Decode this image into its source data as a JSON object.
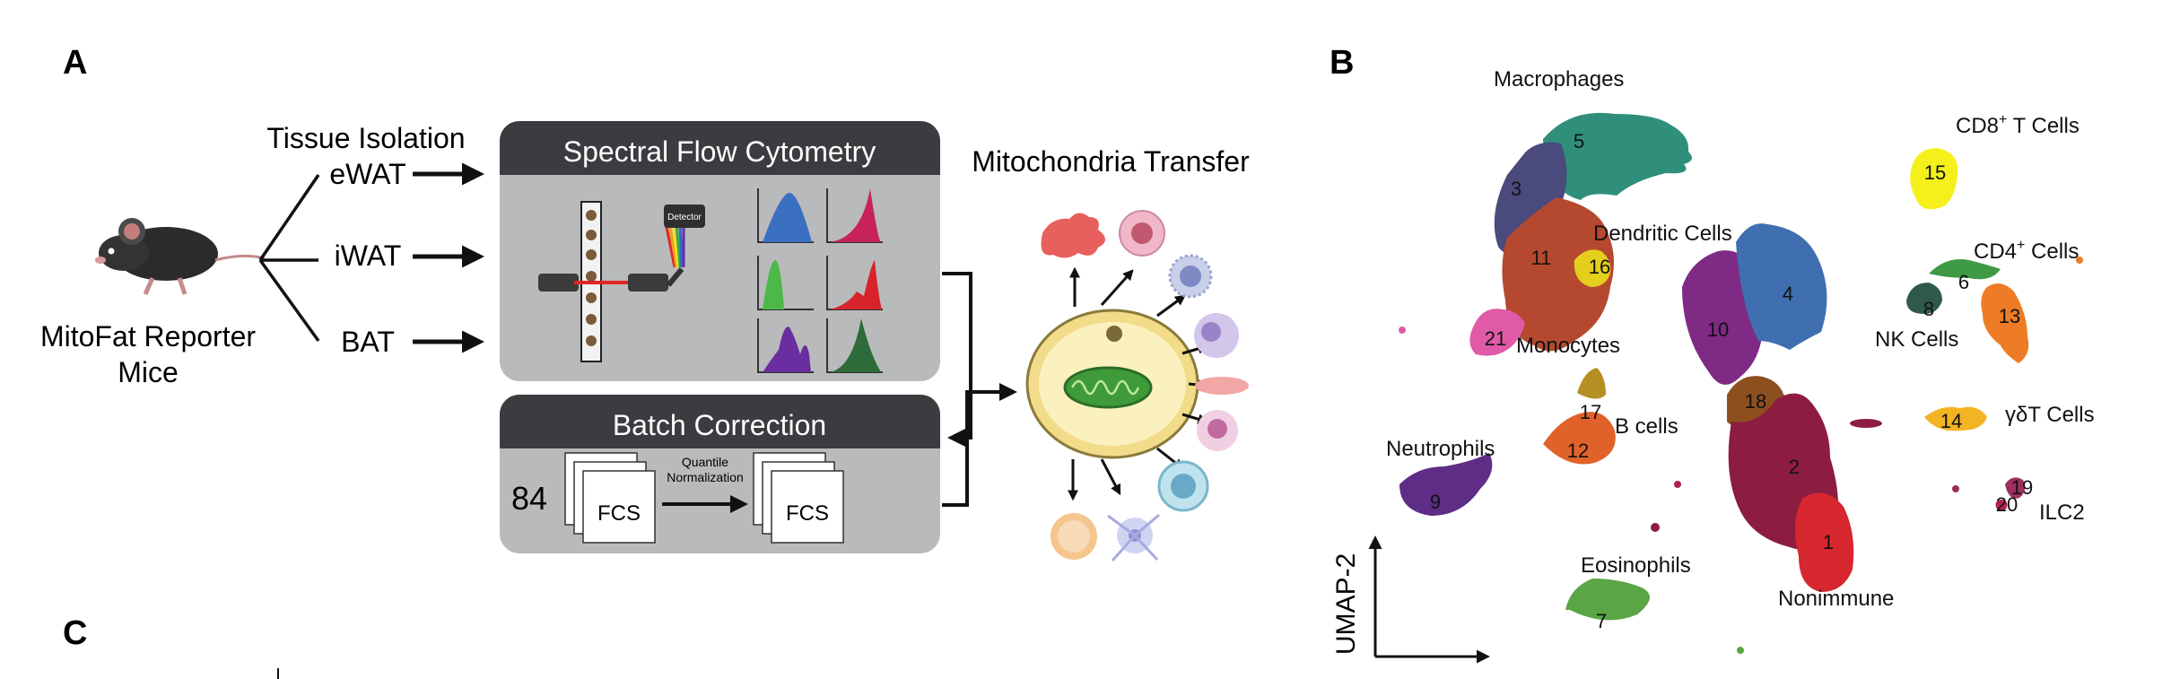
{
  "panels": {
    "a": "A",
    "b": "B",
    "c": "C"
  },
  "workflow": {
    "mouse_label_line1": "MitoFat Reporter",
    "mouse_label_line2": "Mice",
    "tissue_header": "Tissue Isolation",
    "tissues": [
      "eWAT",
      "iWAT",
      "BAT"
    ],
    "spectral_title": "Spectral Flow Cytometry",
    "detector_label": "Detector",
    "batch_title": "Batch Correction",
    "sample_count": "84",
    "fcs_label": "FCS",
    "normalization_line1": "Quantile",
    "normalization_line2": "Normalization",
    "transfer_title": "Mitochondria Transfer"
  },
  "umap": {
    "y_axis_label": "UMAP-2",
    "cell_types": {
      "macrophages": "Macrophages",
      "dendritic": "Dendritic Cells",
      "monocytes": "Monocytes",
      "neutrophils": "Neutrophils",
      "b_cells": "B cells",
      "eosinophils": "Eosinophils",
      "nonimmune": "Nonimmune",
      "cd8_base": "CD8",
      "cd8_sup": "+",
      "cd8_rest": " T Cells",
      "cd4_base": "CD4",
      "cd4_sup": "+",
      "cd4_rest": " Cells",
      "nk": "NK Cells",
      "gd_t": "γδT Cells",
      "ilc2": "ILC2"
    },
    "clusters": [
      {
        "id": "1",
        "color": "#d6262e"
      },
      {
        "id": "2",
        "color": "#8c1d40"
      },
      {
        "id": "3",
        "color": "#4a4a7c"
      },
      {
        "id": "4",
        "color": "#3f6fb0"
      },
      {
        "id": "5",
        "color": "#2f8f7a"
      },
      {
        "id": "6",
        "color": "#3e9a45"
      },
      {
        "id": "7",
        "color": "#5aa544"
      },
      {
        "id": "8",
        "color": "#2f5a4a"
      },
      {
        "id": "9",
        "color": "#5e2d86"
      },
      {
        "id": "10",
        "color": "#7f2a85"
      },
      {
        "id": "11",
        "color": "#b5492f"
      },
      {
        "id": "12",
        "color": "#e0622a"
      },
      {
        "id": "13",
        "color": "#ee7c26"
      },
      {
        "id": "14",
        "color": "#f2b422"
      },
      {
        "id": "15",
        "color": "#f5f01c"
      },
      {
        "id": "16",
        "color": "#e3cf1c"
      },
      {
        "id": "17",
        "color": "#b58f23"
      },
      {
        "id": "18",
        "color": "#8e4f1f"
      },
      {
        "id": "19",
        "color": "#9c2f5c"
      },
      {
        "id": "20",
        "color": "#b2204f"
      },
      {
        "id": "21",
        "color": "#e05aa8"
      }
    ]
  }
}
